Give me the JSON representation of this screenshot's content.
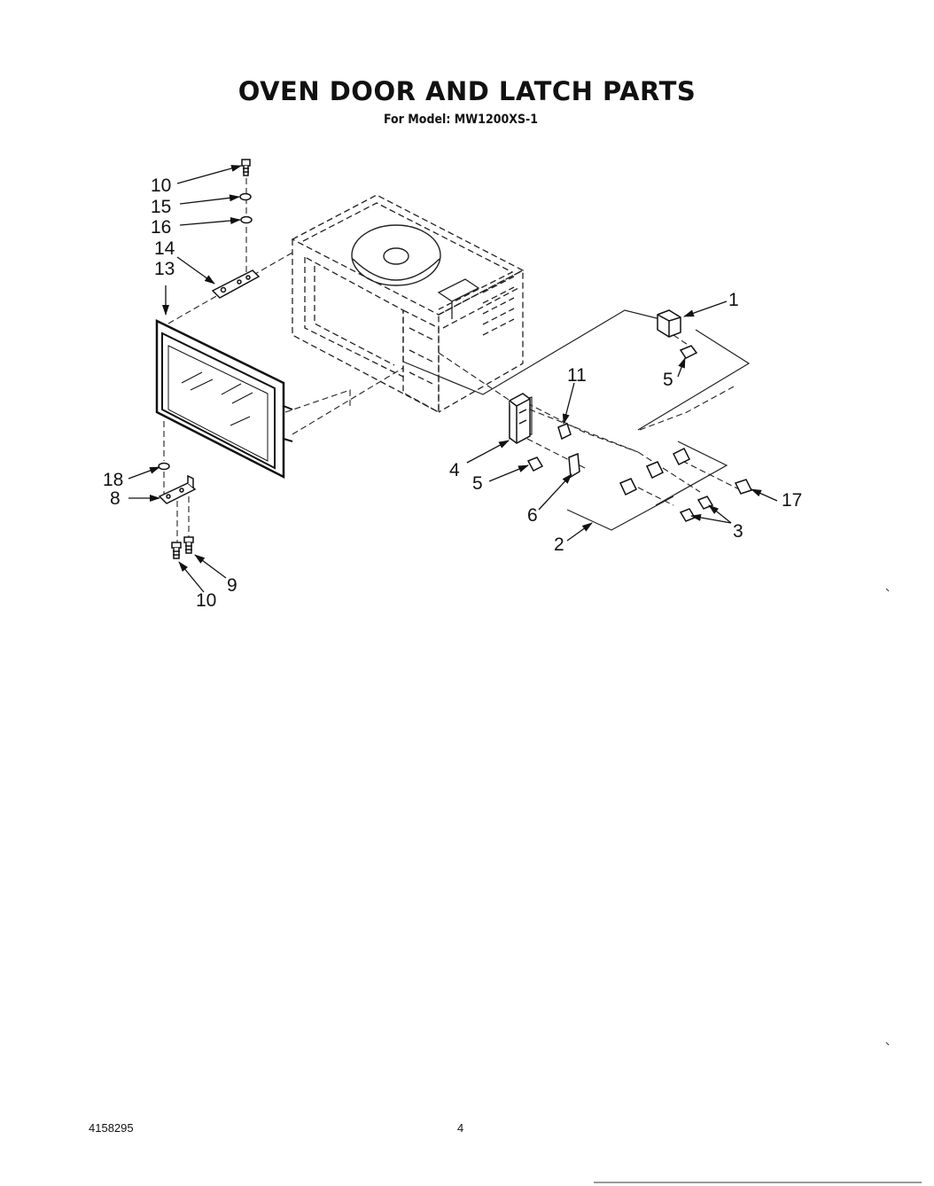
{
  "header": {
    "title": "OVEN DOOR AND LATCH PARTS",
    "subtitle": "For Model: MW1200XS-1"
  },
  "callouts": {
    "c10_top": "10",
    "c15": "15",
    "c16": "16",
    "c14": "14",
    "c13": "13",
    "c1": "1",
    "c5_right": "5",
    "c11": "11",
    "c4": "4",
    "c5_mid": "5",
    "c6": "6",
    "c2": "2",
    "c3": "3",
    "c17": "17",
    "c18": "18",
    "c8": "8",
    "c9": "9",
    "c10_bottom": "10"
  },
  "footer": {
    "doc_number": "4158295",
    "page_number": "4"
  }
}
